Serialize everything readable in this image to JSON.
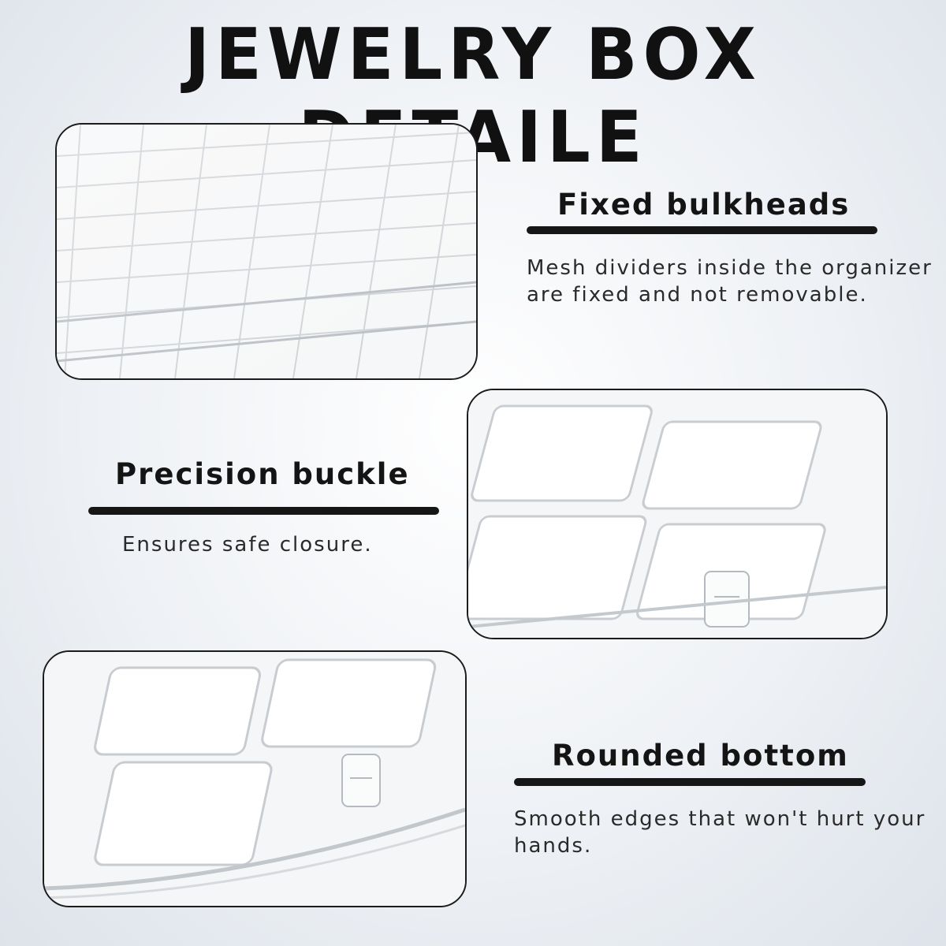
{
  "page": {
    "title": "JEWELRY BOX DETAILE"
  },
  "features": [
    {
      "title": "Fixed bulkheads",
      "description": "Mesh dividers inside the organizer are fixed and not removable."
    },
    {
      "title": "Precision buckle",
      "description": "Ensures safe closure."
    },
    {
      "title": "Rounded bottom",
      "description": "Smooth edges that won't hurt your hands."
    }
  ],
  "colors": {
    "text": "#111111",
    "frame": "#1c1c1c",
    "background": "#eef1f5"
  }
}
